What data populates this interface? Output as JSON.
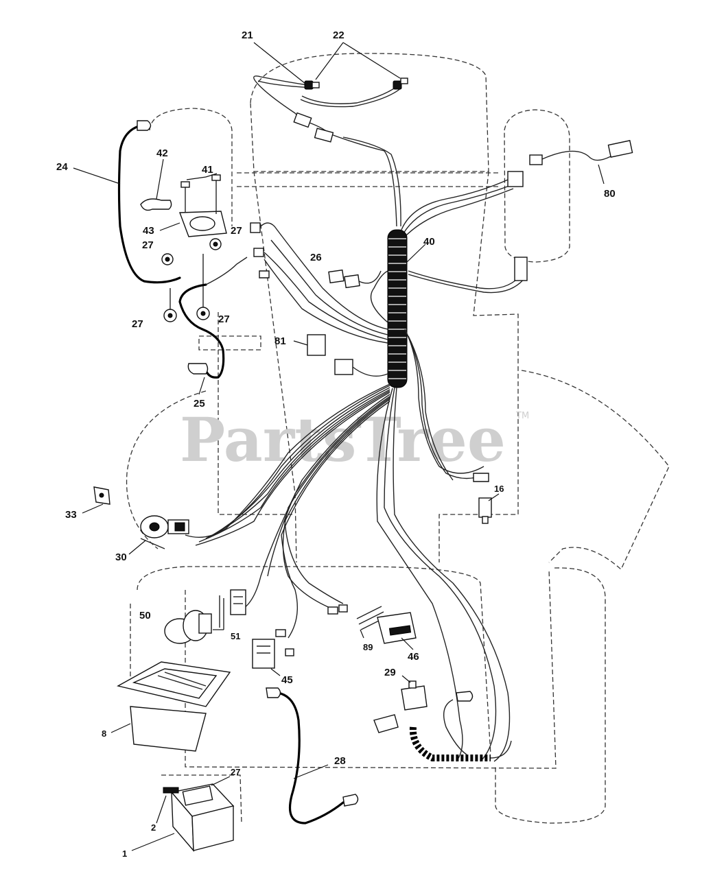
{
  "watermark": {
    "text": "PartsTree",
    "tm": "TM"
  },
  "callouts": {
    "c21": "21",
    "c22": "22",
    "c24": "24",
    "c42": "42",
    "c41": "41",
    "c43": "43",
    "c27a": "27",
    "c27b": "27",
    "c27c": "27",
    "c27d": "27",
    "c27e": "27",
    "c25": "25",
    "c80": "80",
    "c40": "40",
    "c26": "26",
    "c81": "81",
    "c16": "16",
    "c33": "33",
    "c30": "30",
    "c50": "50",
    "c51": "51",
    "c89": "89",
    "c46": "46",
    "c45": "45",
    "c29": "29",
    "c8": "8",
    "c28": "28",
    "c2": "2",
    "c1": "1"
  }
}
